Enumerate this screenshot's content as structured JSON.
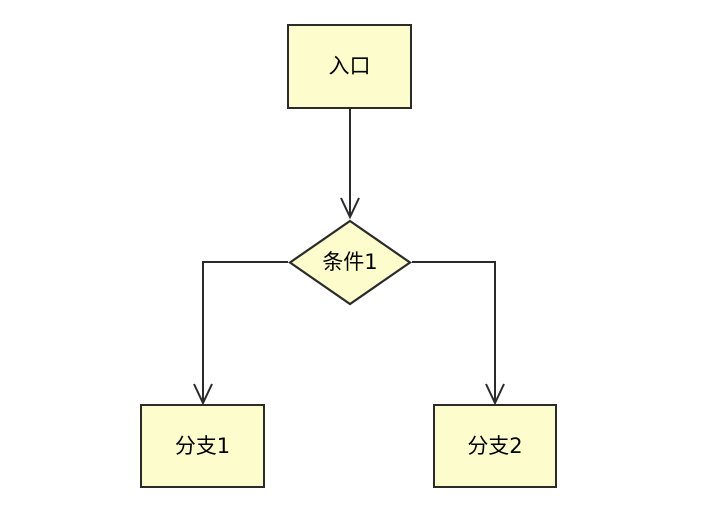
{
  "diagram": {
    "type": "flowchart",
    "background_color": "#ffffff",
    "node_fill_color": "#fcfccc",
    "node_stroke_color": "#2b2b2b",
    "edge_color": "#2b2b2b",
    "nodes": [
      {
        "id": "entry",
        "label": "入口",
        "shape": "rectangle"
      },
      {
        "id": "cond",
        "label": "条件1",
        "shape": "diamond"
      },
      {
        "id": "branch1",
        "label": "分支1",
        "shape": "rectangle"
      },
      {
        "id": "branch2",
        "label": "分支2",
        "shape": "rectangle"
      }
    ],
    "edges": [
      {
        "id": "entry-to-cond",
        "from": "entry",
        "to": "cond",
        "label": "",
        "arrowhead": "open-v"
      },
      {
        "id": "cond-to-branch1",
        "from": "cond",
        "to": "branch1",
        "label": "",
        "arrowhead": "open-v"
      },
      {
        "id": "cond-to-branch2",
        "from": "cond",
        "to": "branch2",
        "label": "",
        "arrowhead": "open-v"
      }
    ]
  }
}
